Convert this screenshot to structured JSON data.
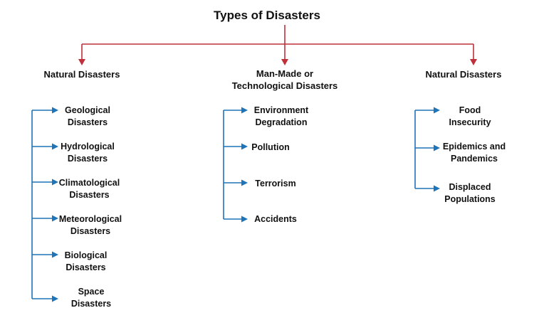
{
  "title": "Types of Disasters",
  "colors": {
    "top_connector": "#c0303a",
    "branch_connector": "#1f73b7",
    "text": "#111111"
  },
  "columns": [
    {
      "heading": "Natural Disasters",
      "items": [
        "Geological\nDisasters",
        "Hydrological\nDisasters",
        "Climatological\nDisasters",
        "Meteorological\nDisasters",
        "Biological\nDisasters",
        "Space\nDisasters"
      ]
    },
    {
      "heading": "Man-Made or\nTechnological Disasters",
      "items": [
        "Environment\nDegradation",
        "Pollution",
        "Terrorism",
        "Accidents"
      ]
    },
    {
      "heading": "Natural Disasters",
      "items": [
        "Food\nInsecurity",
        "Epidemics and\nPandemics",
        "Displaced\nPopulations"
      ]
    }
  ]
}
